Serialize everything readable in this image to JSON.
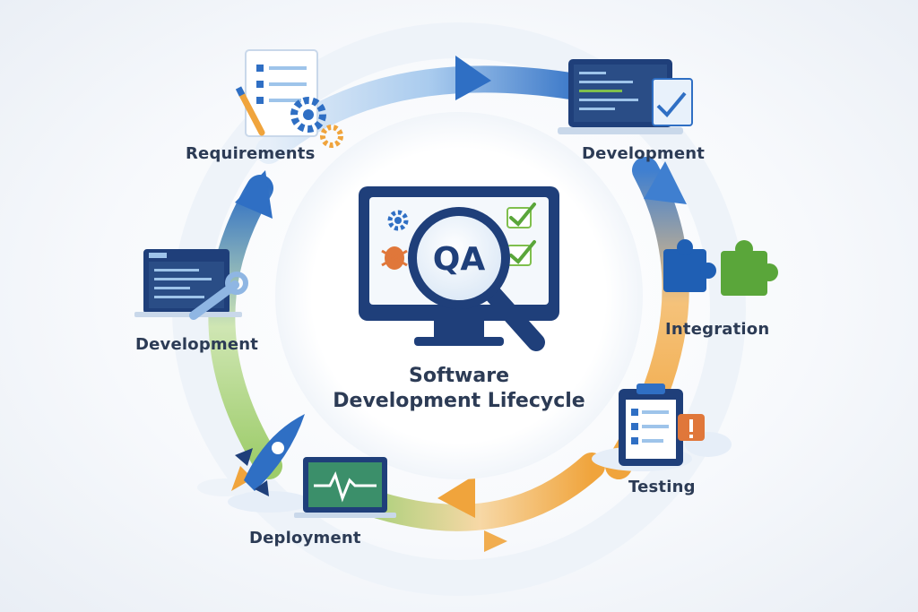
{
  "center": {
    "badge": "QA",
    "title_line1": "Software",
    "title_line2": "Development Lifecycle"
  },
  "stages": {
    "requirements": "Requirements",
    "development_top": "Development",
    "integration": "Integration",
    "testing": "Testing",
    "deployment": "Deployment",
    "development_left": "Development"
  },
  "colors": {
    "navy": "#1f3f7a",
    "blue": "#2f6fc4",
    "light_blue": "#9ec4ea",
    "green": "#7fbf4d",
    "orange": "#f0a43c",
    "text": "#2c3b55"
  },
  "icons": [
    "document-icon",
    "gear-icon",
    "pencil-icon",
    "laptop-code-icon",
    "puzzle-icon",
    "clipboard-checklist-icon",
    "warning-icon",
    "rocket-icon",
    "monitor-heartbeat-icon",
    "wrench-icon",
    "magnifier-icon",
    "bug-icon",
    "checkmark-icon",
    "cloud-icon"
  ]
}
